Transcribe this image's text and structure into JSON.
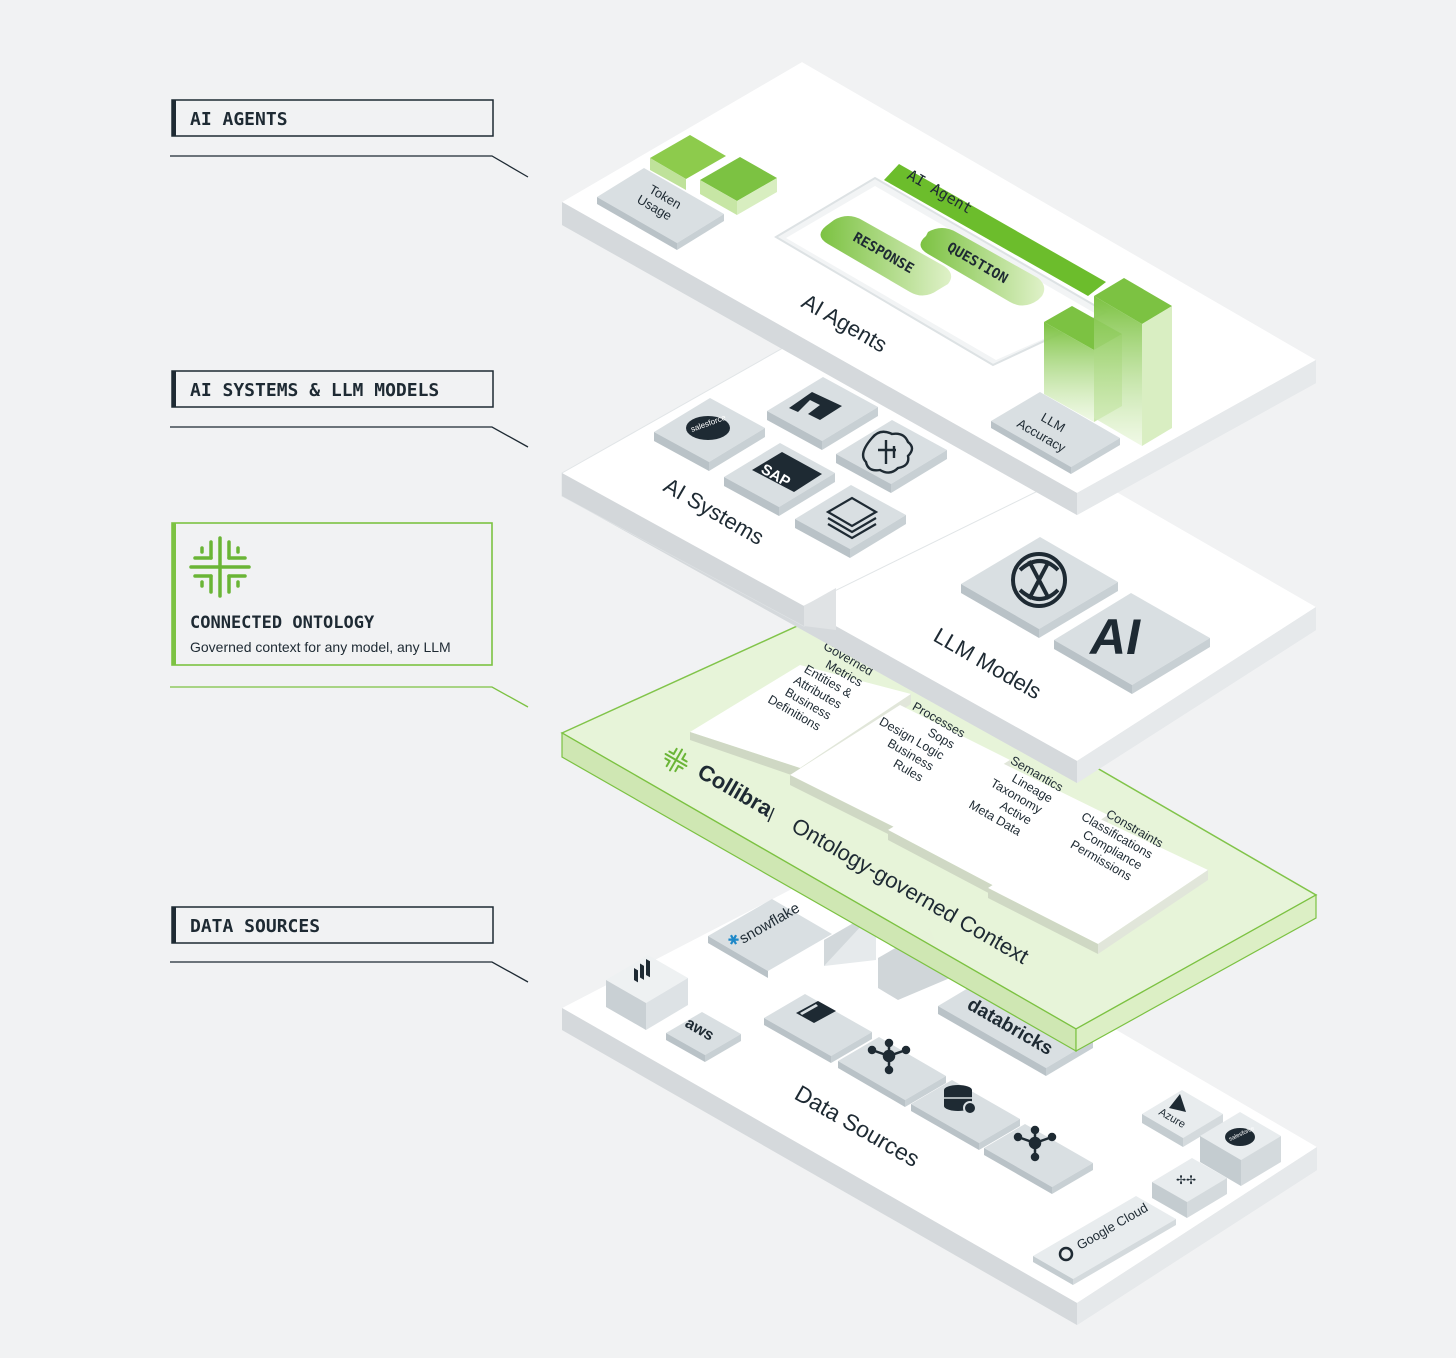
{
  "colors": {
    "background": "#f1f2f3",
    "ink": "#1e2a33",
    "accent": "#7cc242",
    "accent_light": "#e9f5dc",
    "tile": "#d9dfe2",
    "plate": "#ffffff"
  },
  "labels": {
    "ai_agents": "AI AGENTS",
    "ai_systems_llm": "AI SYSTEMS & LLM MODELS",
    "ontology_title": "CONNECTED ONTOLOGY",
    "ontology_subtitle": "Governed context for any model, any LLM",
    "data_sources": "DATA SOURCES"
  },
  "layers": {
    "agents": {
      "title": "AI Agents",
      "token_usage": [
        "Token",
        "Usage"
      ],
      "agent_bar": "AI Agent",
      "response": "RESPONSE",
      "question": "QUESTION",
      "llm_accuracy": [
        "LLM",
        "Accuracy"
      ]
    },
    "systems": {
      "title": "AI Systems",
      "tiles": [
        "salesforce-icon",
        "anthropic-icon",
        "sap-icon",
        "brain-icon",
        "layers-icon"
      ],
      "salesforce": "salesforce",
      "sap": "SAP"
    },
    "llm": {
      "title": "LLM Models",
      "tiles": [
        "openai-icon",
        "ai-icon"
      ],
      "ai_mark": "AI"
    },
    "ontology": {
      "brand": "Collibra",
      "title": "Ontology-governed Context",
      "cards": [
        [
          "Governed",
          "Metrics",
          "Entities &",
          "Attributes",
          "Business",
          "Definitions"
        ],
        [
          "Processes",
          "Sops",
          "Design Logic",
          "Business",
          "Rules"
        ],
        [
          "Semantics",
          "Lineage",
          "Taxonomy",
          "Active",
          "Meta Data"
        ],
        [
          "Constraints",
          "Classifications",
          "Compliance",
          "Permissions"
        ]
      ]
    },
    "data": {
      "title": "Data Sources",
      "snowflake": "snowflake",
      "aws": "aws",
      "databricks": "databricks",
      "azure": "Azure",
      "salesforce": "salesforce",
      "google_cloud": "Google Cloud"
    }
  }
}
